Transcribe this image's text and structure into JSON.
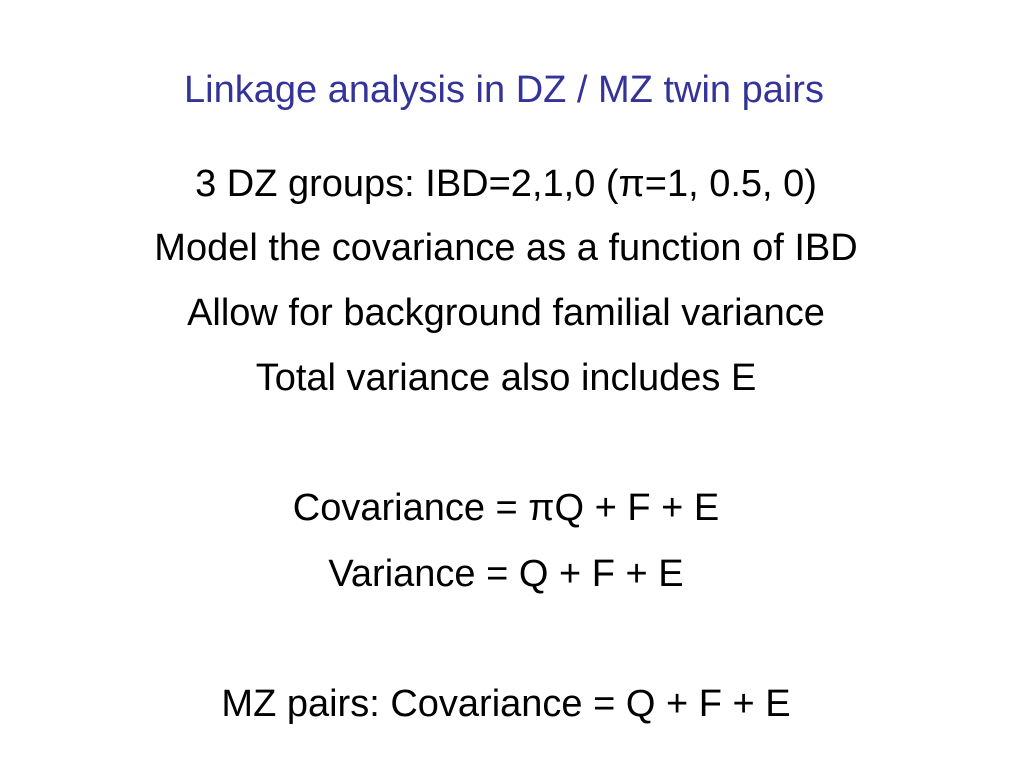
{
  "colors": {
    "title": "#333399",
    "body_text": "#000000",
    "background": "#ffffff"
  },
  "slide": {
    "title": "Linkage analysis in DZ / MZ twin pairs",
    "lines": [
      "3 DZ groups: IBD=2,1,0 (π=1, 0.5, 0)",
      "Model the covariance as a function of IBD",
      "Allow for background familial variance",
      "Total variance also includes E",
      "Covariance = πQ + F + E",
      "Variance = Q + F + E",
      "MZ pairs: Covariance = Q + F + E"
    ]
  }
}
